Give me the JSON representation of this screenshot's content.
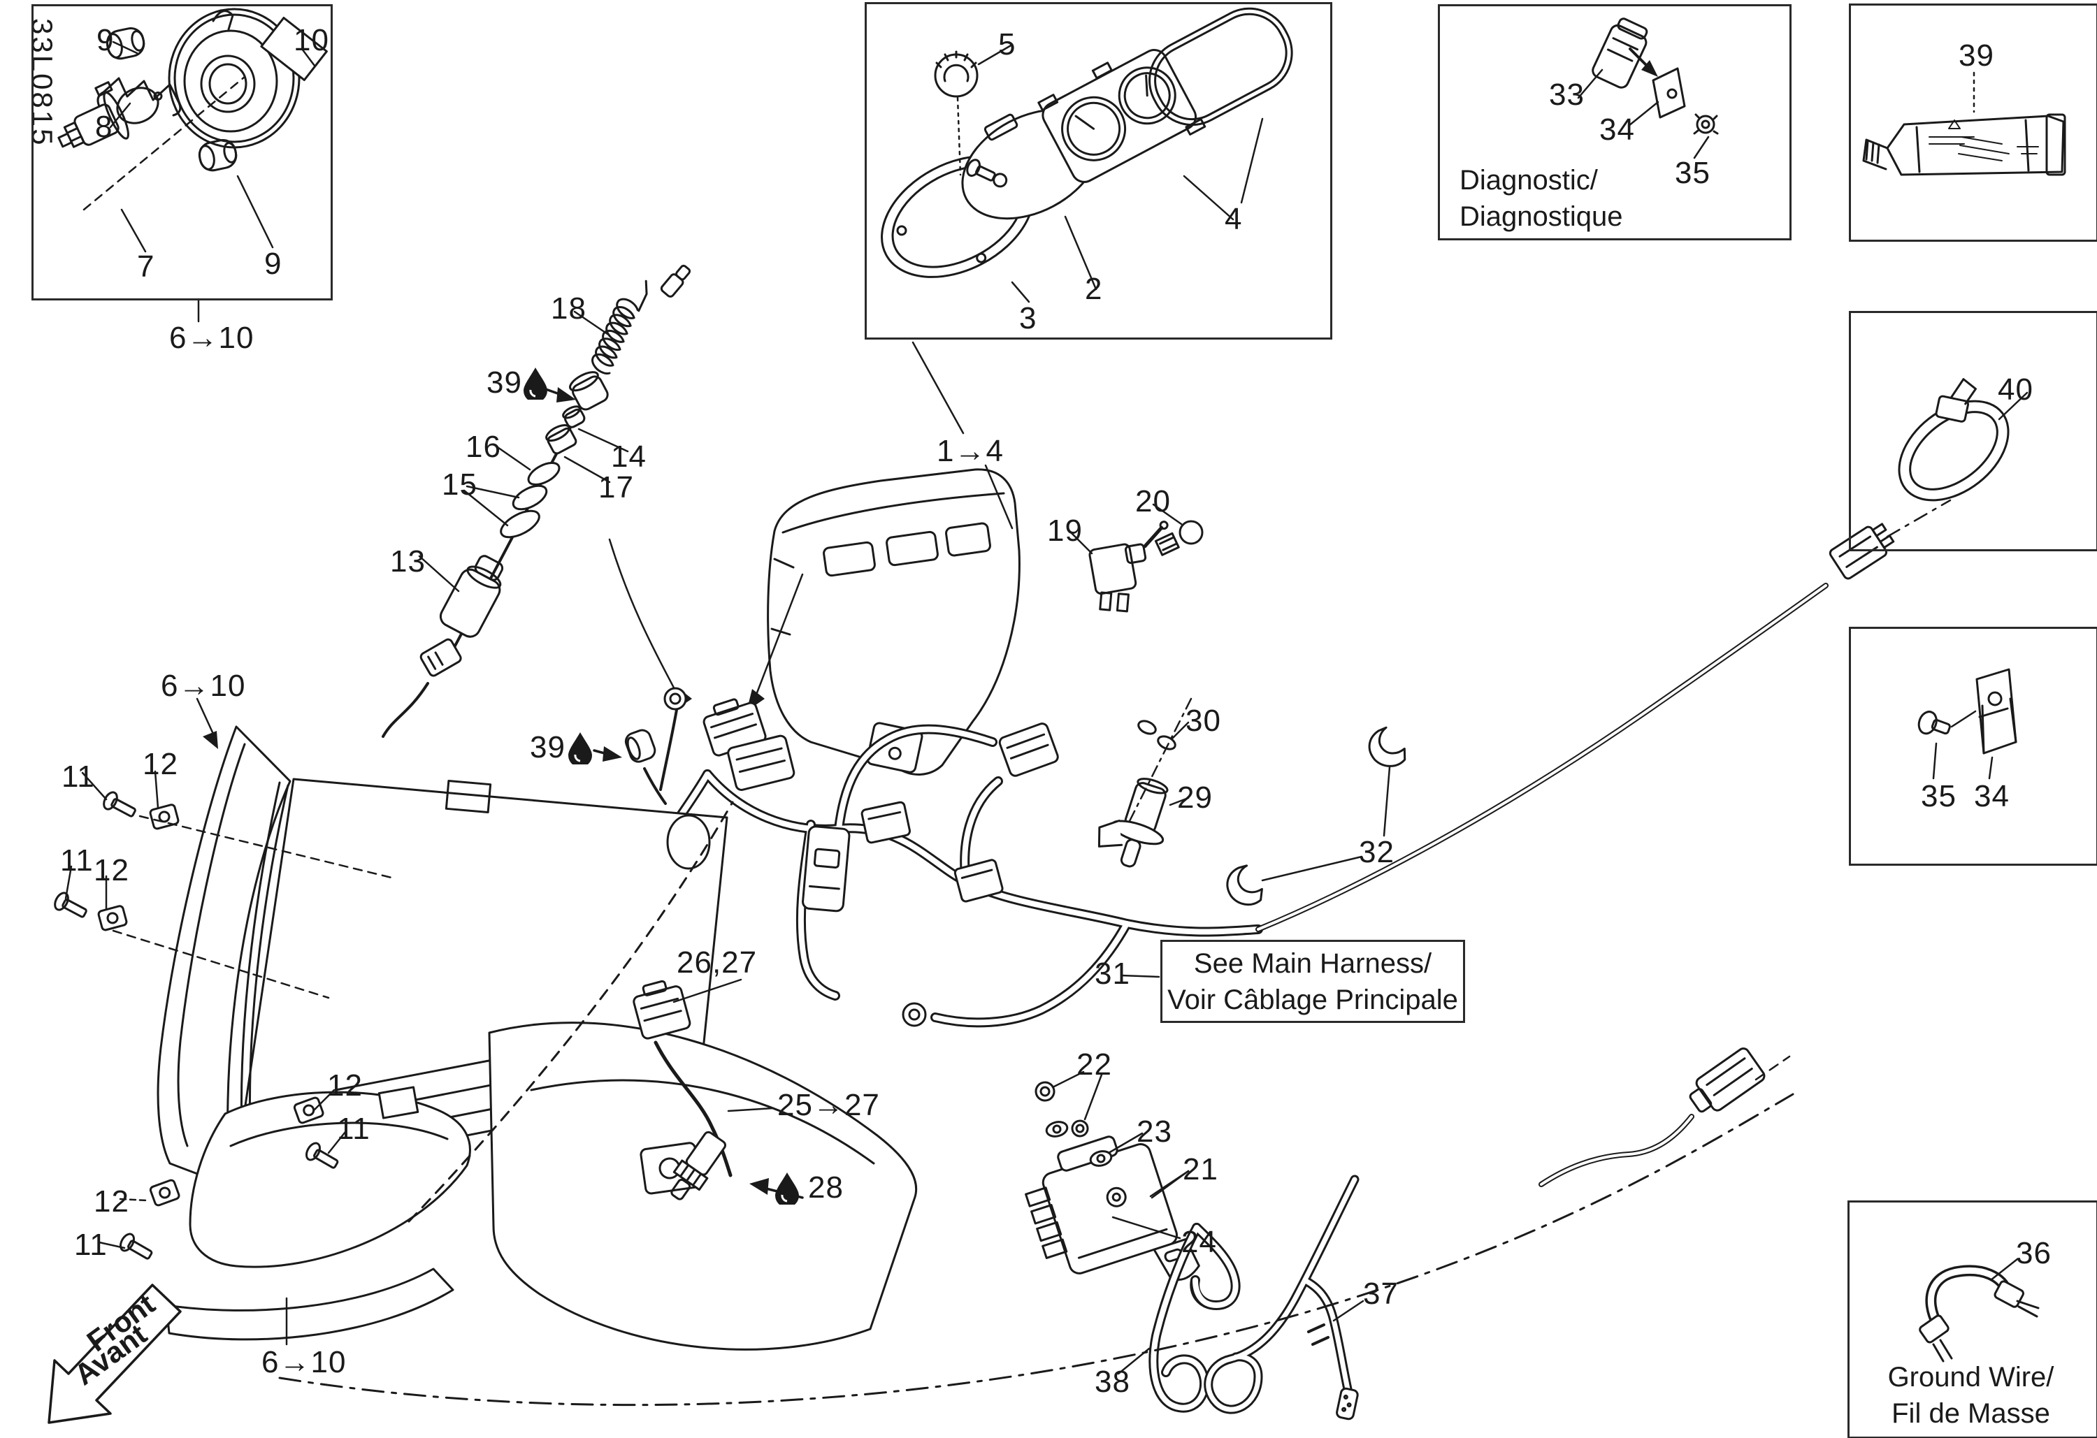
{
  "diagram": {
    "document_code": "33L0815",
    "colors": {
      "ink": "#1a1a1a",
      "paper": "#ffffff"
    },
    "icons": {
      "droplet": "lubricant-droplet",
      "range_arrow": "solid-right-arrow",
      "front_arrow": "front-direction-arrow"
    },
    "labels": {
      "l9a": "9",
      "l10": "10",
      "l8": "8",
      "l7": "7",
      "l9b": "9",
      "l610a": "6→10",
      "l5": "5",
      "l2": "2",
      "l3": "3",
      "l4": "4",
      "l14r": "1→4",
      "l18": "18",
      "l39a": "39",
      "l16": "16",
      "l15": "15",
      "l17": "17",
      "l14": "14",
      "l13": "13",
      "l19": "19",
      "l20": "20",
      "l30": "30",
      "l29": "29",
      "l32": "32",
      "l31": "31",
      "l33": "33",
      "l34a": "34",
      "l35a": "35",
      "l39b": "39",
      "l40": "40",
      "l35b": "35",
      "l34b": "34",
      "l36": "36",
      "l610b": "6→10",
      "l12a": "12",
      "l11a": "11",
      "l11b": "11",
      "l12b": "12",
      "l12c": "12",
      "l11c": "11",
      "l12d": "12",
      "l11d": "11",
      "l610c": "6→10",
      "l2627": "26,27",
      "l2527": "25→27",
      "l28": "28",
      "l39c": "39",
      "l22": "22",
      "l23": "23",
      "l21": "21",
      "l24": "24",
      "l38": "38",
      "l37": "37"
    },
    "texts": {
      "diagnostic_line1": "Diagnostic/",
      "diagnostic_line2": "Diagnostique",
      "harness_line1": "See Main Harness/",
      "harness_line2": "Voir Câblage Principale",
      "ground_line1": "Ground Wire/",
      "ground_line2": "Fil de Masse",
      "front_line1": "Front",
      "front_line2": "Avant"
    }
  }
}
